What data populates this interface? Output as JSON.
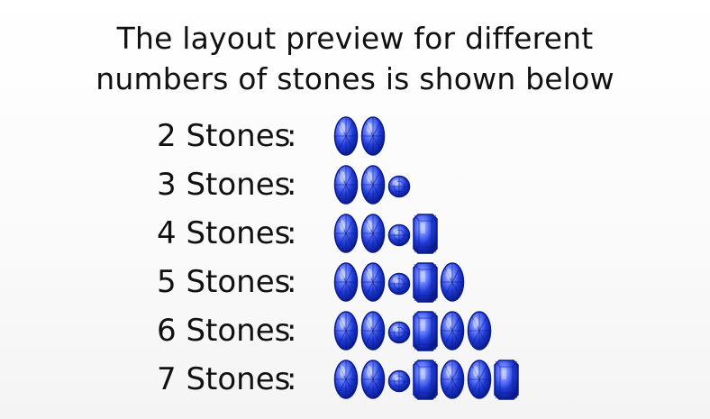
{
  "title": {
    "line1": "The layout preview for different",
    "line2": "numbers of stones is shown below"
  },
  "rows": [
    {
      "label": "2 Stones",
      "colon": ":",
      "stones": [
        "oval",
        "oval"
      ]
    },
    {
      "label": "3 Stones",
      "colon": ":",
      "stones": [
        "oval",
        "oval",
        "round"
      ]
    },
    {
      "label": "4 Stones",
      "colon": ":",
      "stones": [
        "oval",
        "oval",
        "round",
        "emerald"
      ]
    },
    {
      "label": "5 Stones",
      "colon": ":",
      "stones": [
        "oval",
        "oval",
        "round",
        "emerald",
        "oval"
      ]
    },
    {
      "label": "6 Stones",
      "colon": ":",
      "stones": [
        "oval",
        "oval",
        "round",
        "emerald",
        "oval",
        "oval"
      ]
    },
    {
      "label": "7 Stones",
      "colon": ":",
      "stones": [
        "oval",
        "oval",
        "round",
        "emerald",
        "oval",
        "oval",
        "emerald"
      ]
    }
  ],
  "colors": {
    "stone_dark": "#0a1a8c",
    "stone_mid": "#1f3ad6",
    "stone_light": "#6f86ff",
    "stone_highlight": "#c9d3ff"
  }
}
